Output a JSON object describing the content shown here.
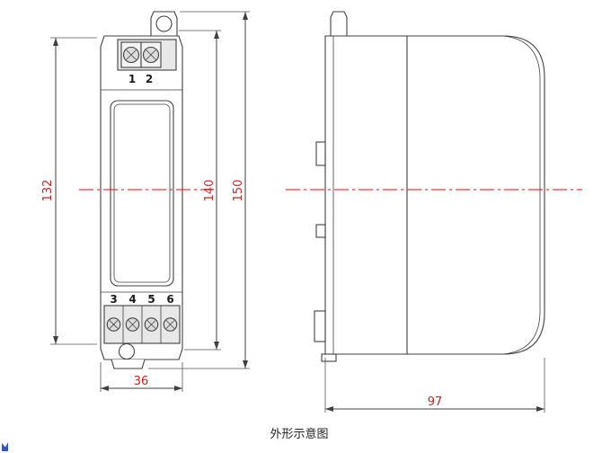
{
  "meta": {
    "caption": "外形示意图"
  },
  "front_view": {
    "terminals_top": [
      "1",
      "2"
    ],
    "terminals_bottom": [
      "3",
      "4",
      "5",
      "6"
    ]
  },
  "dimensions": {
    "front_height_inner": "132",
    "front_height_mid": "140",
    "front_height_overall": "150",
    "front_width": "36",
    "side_depth": "97"
  },
  "colors": {
    "outline": "#404040",
    "dimension_text": "#cc2222",
    "centerline": "#ff0000",
    "body_fill": "#ffffff",
    "terminal_block_fill": "#e8e8e8",
    "corner_artifact": "#3355bb"
  }
}
